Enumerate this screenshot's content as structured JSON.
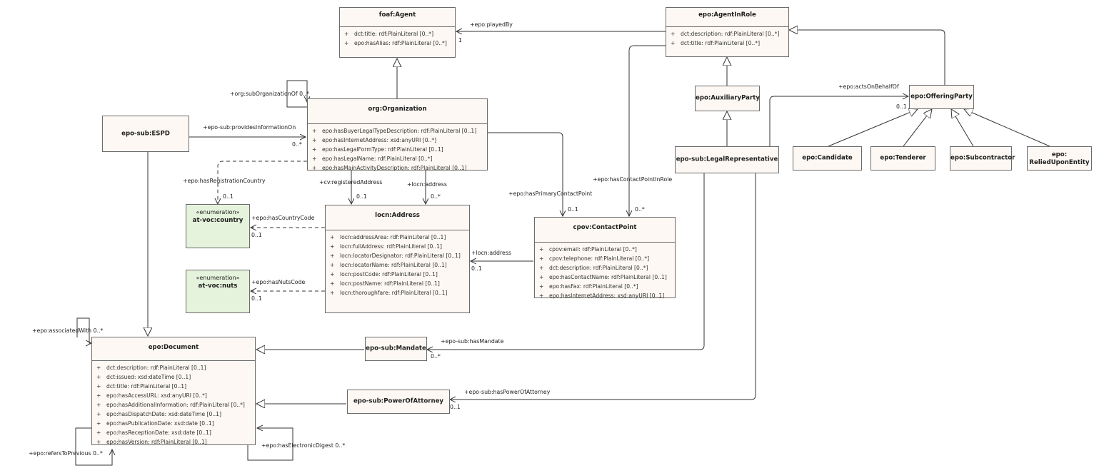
{
  "classes": {
    "agent": {
      "name": "foaf:Agent",
      "attributes": [
        {
          "vis": "+",
          "text": "dct:title: rdf:PlainLiteral [0..*]"
        },
        {
          "vis": "+",
          "text": "epo:hasAlias: rdf:PlainLiteral [0..*]"
        }
      ]
    },
    "agent_in_role": {
      "name": "epo:AgentInRole",
      "attributes": [
        {
          "vis": "+",
          "text": "dct:description: rdf:PlainLiteral [0..*]"
        },
        {
          "vis": "+",
          "text": "dct:title: rdf:PlainLiteral [0..*]"
        }
      ]
    },
    "organization": {
      "name": "org:Organization",
      "attributes": [
        {
          "vis": "+",
          "text": "epo:hasBuyerLegalTypeDescription: rdf:PlainLiteral [0..1]"
        },
        {
          "vis": "+",
          "text": "epo:hasInternetAddress: xsd:anyURI [0..*]"
        },
        {
          "vis": "+",
          "text": "epo:hasLegalFormType: rdf:PlainLiteral [0..1]"
        },
        {
          "vis": "+",
          "text": "epo:hasLegalName: rdf:PlainLiteral [0..*]"
        },
        {
          "vis": "+",
          "text": "epo:hasMainActivityDescription: rdf:PlainLiteral [0..1]"
        }
      ]
    },
    "espd": {
      "name": "epo-sub:ESPD"
    },
    "auxiliary_party": {
      "name": "epo:AuxiliaryParty"
    },
    "offering_party": {
      "name": "epo:OfferingParty"
    },
    "legal_representative": {
      "name": "epo-sub:LegalRepresentative"
    },
    "candidate": {
      "name": "epo:Candidate"
    },
    "tenderer": {
      "name": "epo:Tenderer"
    },
    "subcontractor": {
      "name": "epo:Subcontractor"
    },
    "relied_upon": {
      "name_line1": "epo:",
      "name_line2": "ReliedUponEntity"
    },
    "country": {
      "stereotype": "«enumeration»",
      "name": "at-voc:country"
    },
    "nuts": {
      "stereotype": "«enumeration»",
      "name": "at-voc:nuts"
    },
    "address": {
      "name": "locn:Address",
      "attributes": [
        {
          "vis": "+",
          "text": "locn:addressArea: rdf:PlainLiteral [0..1]"
        },
        {
          "vis": "+",
          "text": "locn:fullAddress: rdf:PlainLiteral [0..1]"
        },
        {
          "vis": "+",
          "text": "locn:locatorDesignator: rdf:PlainLiteral [0..1]"
        },
        {
          "vis": "+",
          "text": "locn:locatorName: rdf:PlainLiteral [0..1]"
        },
        {
          "vis": "+",
          "text": "locn:postCode: rdf:PlainLiteral [0..1]"
        },
        {
          "vis": "+",
          "text": "locn:postName: rdf:PlainLiteral [0..1]"
        },
        {
          "vis": "+",
          "text": "locn:thoroughfare: rdf:PlainLiteral [0..1]"
        }
      ]
    },
    "contact_point": {
      "name": "cpov:ContactPoint",
      "attributes": [
        {
          "vis": "+",
          "text": "cpov:email: rdf:PlainLiteral [0..*]"
        },
        {
          "vis": "+",
          "text": "cpov:telephone: rdf:PlainLiteral [0..*]"
        },
        {
          "vis": "+",
          "text": "dct:description: rdf:PlainLiteral [0..*]"
        },
        {
          "vis": "+",
          "text": "epo:hasContactName: rdf:PlainLiteral [0..1]"
        },
        {
          "vis": "+",
          "text": "epo:hasFax: rdf:PlainLiteral [0..*]"
        },
        {
          "vis": "+",
          "text": "epo:hasInternetAddress: xsd:anyURI [0..1]"
        }
      ]
    },
    "document": {
      "name": "epo:Document",
      "attributes": [
        {
          "vis": "+",
          "text": "dct:description: rdf:PlainLiteral [0..1]"
        },
        {
          "vis": "+",
          "text": "dct:issued: xsd:dateTime [0..1]"
        },
        {
          "vis": "+",
          "text": "dct:title: rdf:PlainLiteral [0..1]"
        },
        {
          "vis": "+",
          "text": "epo:hasAccessURL: xsd:anyURI [0..*]"
        },
        {
          "vis": "+",
          "text": "epo:hasAdditionalInformation: rdf:PlainLiteral [0..*]"
        },
        {
          "vis": "+",
          "text": "epo:hasDispatchDate: xsd:dateTime [0..1]"
        },
        {
          "vis": "+",
          "text": "epo:hasPublicationDate: xsd:date [0..1]"
        },
        {
          "vis": "+",
          "text": "epo:hasReceptionDate: xsd:date [0..1]"
        },
        {
          "vis": "+",
          "text": "epo:hasVersion: rdf:PlainLiteral [0..1]"
        }
      ]
    },
    "mandate": {
      "name": "epo-sub:Mandate"
    },
    "power_of_attorney": {
      "name": "epo-sub:PowerOfAttorney"
    }
  },
  "labels": {
    "played_by": "+epo:playedBy",
    "played_by_mult": "1",
    "sub_org_of": "+org:subOrganizationOf 0..*",
    "provides_info": "+epo-sub:providesInformationOn",
    "provides_info_mult": "0..*",
    "acts_on_behalf": "+epo:actsOnBehalfOf",
    "acts_on_behalf_mult": "0..1",
    "has_reg_country": "+epo:hasRegistrationCountry",
    "has_reg_country_mult": "0..1",
    "registered_address": "+cv:registeredAddress",
    "registered_address_mult": "0..1",
    "locn_address_org": "+locn:address",
    "locn_address_org_mult": "0..*",
    "primary_contact": "+epo:hasPrimaryContactPoint",
    "primary_contact_mult": "0..1",
    "contact_in_role": "+epo:hasContactPointInRole",
    "contact_in_role_mult": "0..*",
    "country_code": "+epo:hasCountryCode",
    "country_code_mult": "0..1",
    "locn_address_cp": "+locn:address",
    "locn_address_cp_mult": "0..1",
    "nuts_code": "+epo:hasNutsCode",
    "nuts_code_mult": "0..1",
    "associated_with": "+epo:associatedWith 0..*",
    "has_mandate": "+epo-sub:hasMandate",
    "has_mandate_mult": "0..*",
    "has_poa": "+epo-sub:hasPowerOfAttorney",
    "has_poa_mult": "0..1",
    "refers_to_previous": "+epo:refersToPrevious 0..*",
    "electronic_digest": "+epo:hasElectronicDigest 0..*"
  }
}
